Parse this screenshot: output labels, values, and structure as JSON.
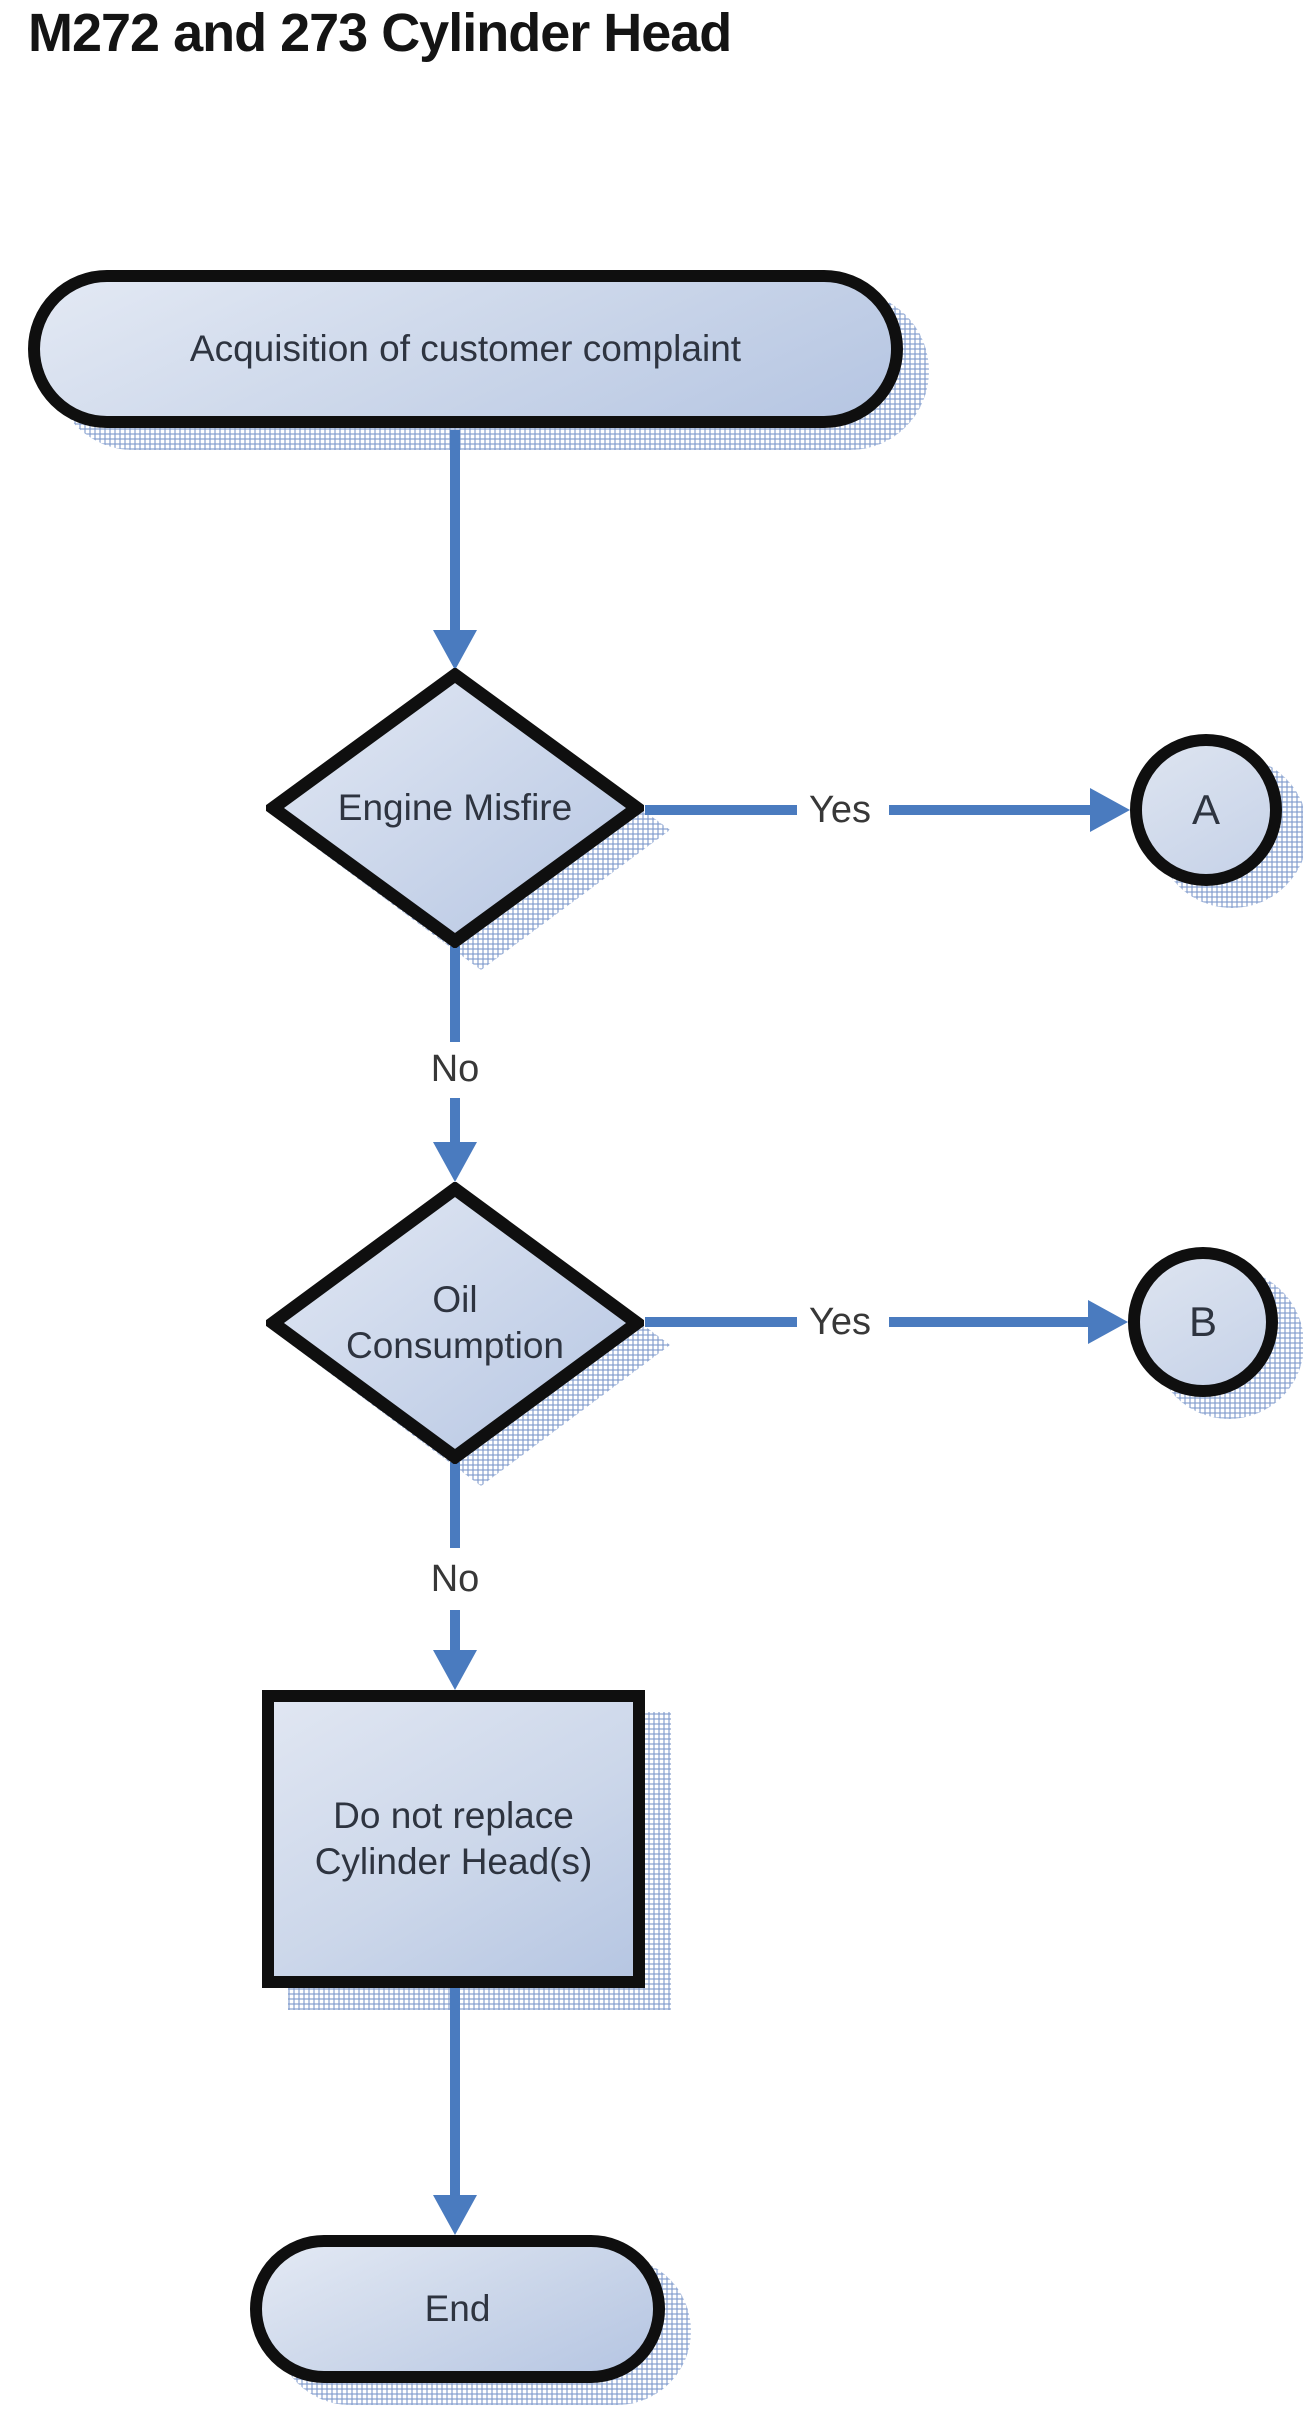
{
  "title": "M272 and 273 Cylinder Head",
  "colors": {
    "arrow": "#4a7bbf",
    "shape_border": "#0f0f0f",
    "shape_fill_light": "#e3e9f4",
    "shape_fill_dark": "#b5c5e2",
    "shadow_hatch": "#7c98cb",
    "node_text": "#2e3440",
    "edge_text": "#383838",
    "background": "#ffffff"
  },
  "flowchart": {
    "nodes": [
      {
        "id": "start",
        "type": "terminator",
        "label": "Acquisition of customer complaint"
      },
      {
        "id": "decision-engine-misfire",
        "type": "decision",
        "label": "Engine Misfire"
      },
      {
        "id": "connector-a",
        "type": "connector",
        "label": "A"
      },
      {
        "id": "decision-oil-consumption",
        "type": "decision",
        "label": "Oil Consumption"
      },
      {
        "id": "connector-b",
        "type": "connector",
        "label": "B"
      },
      {
        "id": "process-do-not-replace",
        "type": "process",
        "label": "Do not replace Cylinder Head(s)"
      },
      {
        "id": "end",
        "type": "terminator",
        "label": "End"
      }
    ],
    "edges": [
      {
        "from": "start",
        "to": "decision-engine-misfire",
        "label": ""
      },
      {
        "from": "decision-engine-misfire",
        "to": "connector-a",
        "label": "Yes"
      },
      {
        "from": "decision-engine-misfire",
        "to": "decision-oil-consumption",
        "label": "No"
      },
      {
        "from": "decision-oil-consumption",
        "to": "connector-b",
        "label": "Yes"
      },
      {
        "from": "decision-oil-consumption",
        "to": "process-do-not-replace",
        "label": "No"
      },
      {
        "from": "process-do-not-replace",
        "to": "end",
        "label": ""
      }
    ]
  }
}
